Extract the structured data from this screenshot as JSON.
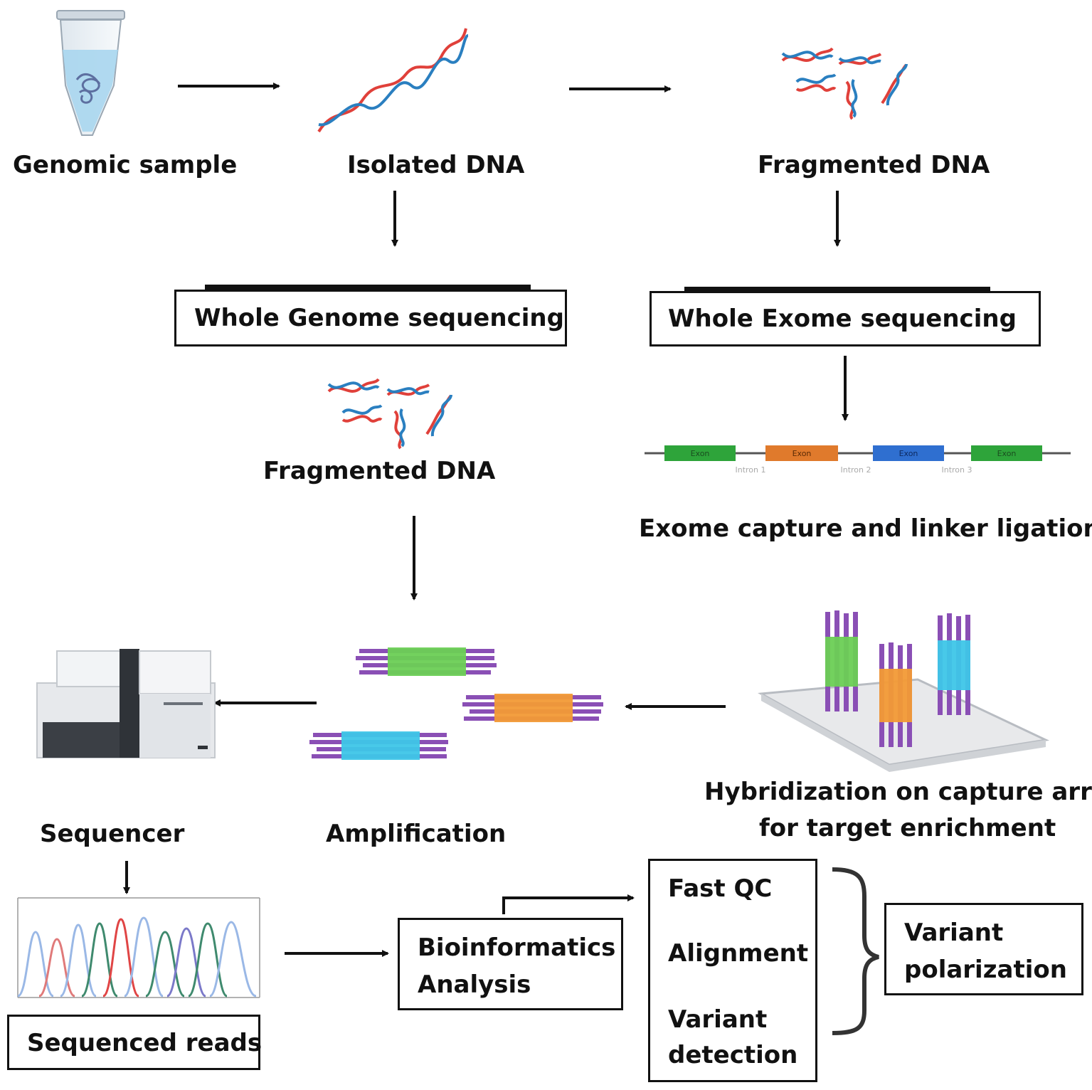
{
  "labels": {
    "genomic_sample": "Genomic sample",
    "isolated_dna": "Isolated DNA",
    "fragmented_dna_top": "Fragmented DNA",
    "fragmented_dna_mid": "Fragmented DNA",
    "exome_capture": "Exome capture and linker ligation",
    "hybridization_line1": "Hybridization  on capture array",
    "hybridization_line2": "for target enrichment",
    "sequencer": "Sequencer",
    "amplification": "Amplification"
  },
  "boxes": {
    "wgs": "Whole Genome sequencing",
    "wes": "Whole Exome sequencing",
    "sequenced_reads": "Sequenced reads",
    "bioinformatics_line1": "Bioinformatics",
    "bioinformatics_line2": "Analysis",
    "pipeline_step1": "Fast QC",
    "pipeline_step2": "Alignment",
    "pipeline_step3_line1": "Variant",
    "pipeline_step3_line2": "detection",
    "polarization_line1": "Variant",
    "polarization_line2": "polarization"
  },
  "exome_track": {
    "exons": [
      "Exon",
      "Exon",
      "Exon",
      "Exon"
    ],
    "introns": [
      "Intron 1",
      "Intron 2",
      "Intron 3"
    ],
    "exon_colors": [
      "#2ea43a",
      "#e07a2c",
      "#2f6fd0",
      "#2ea43a"
    ]
  },
  "colors": {
    "dna_red": "#e0403a",
    "dna_blue": "#2a7fc0",
    "tube_liquid": "#a9d6ee",
    "purple": "#8a4fb5",
    "green": "#6ccf55",
    "orange": "#f29a36",
    "cyan": "#3ec6e8",
    "pipeline_arrow": "#2e6fc7"
  }
}
